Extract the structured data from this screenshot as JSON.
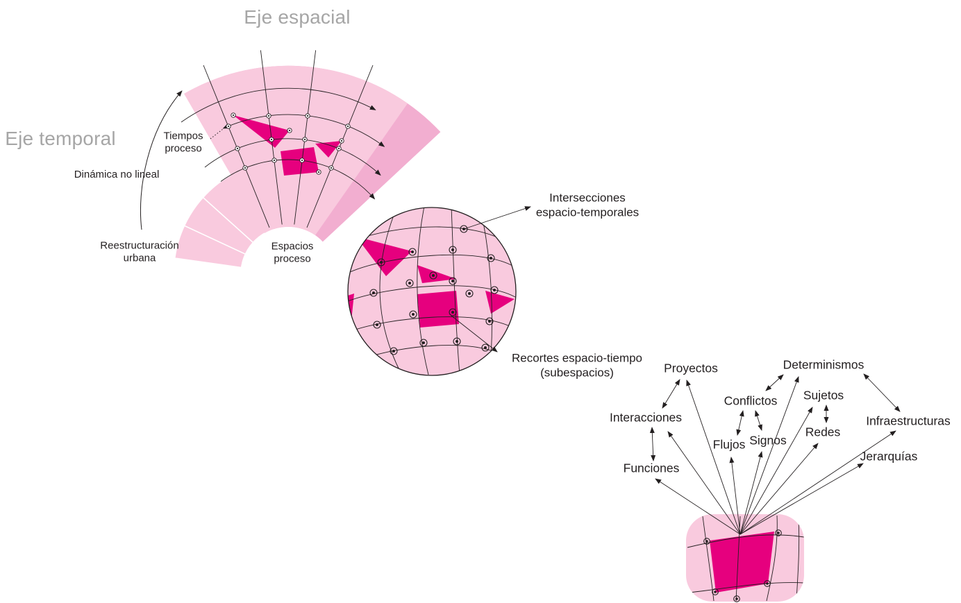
{
  "colors": {
    "pink_light": "#f9cade",
    "pink_back": "#f2aed0",
    "magenta": "#e6007e",
    "axis_gray": "#a6a6a6",
    "line": "#231f20"
  },
  "axes": {
    "spatial": "Eje espacial",
    "temporal": "Eje temporal"
  },
  "fan_labels": {
    "tiempos": "Tiempos\nproceso",
    "dinamica": "Dinámica no lineal",
    "reestructuracion": "Reestructuración\nurbana",
    "espacios": "Espacios\nproceso"
  },
  "lens_labels": {
    "intersecciones": "Intersecciones\nespacio-temporales",
    "recortes": "Recortes espacio-tiempo\n(subespacios)"
  },
  "concepts": [
    "Proyectos",
    "Determinismos",
    "Conflictos",
    "Sujetos",
    "Interacciones",
    "Infraestructuras",
    "Flujos",
    "Signos",
    "Redes",
    "Jerarquías",
    "Funciones"
  ]
}
